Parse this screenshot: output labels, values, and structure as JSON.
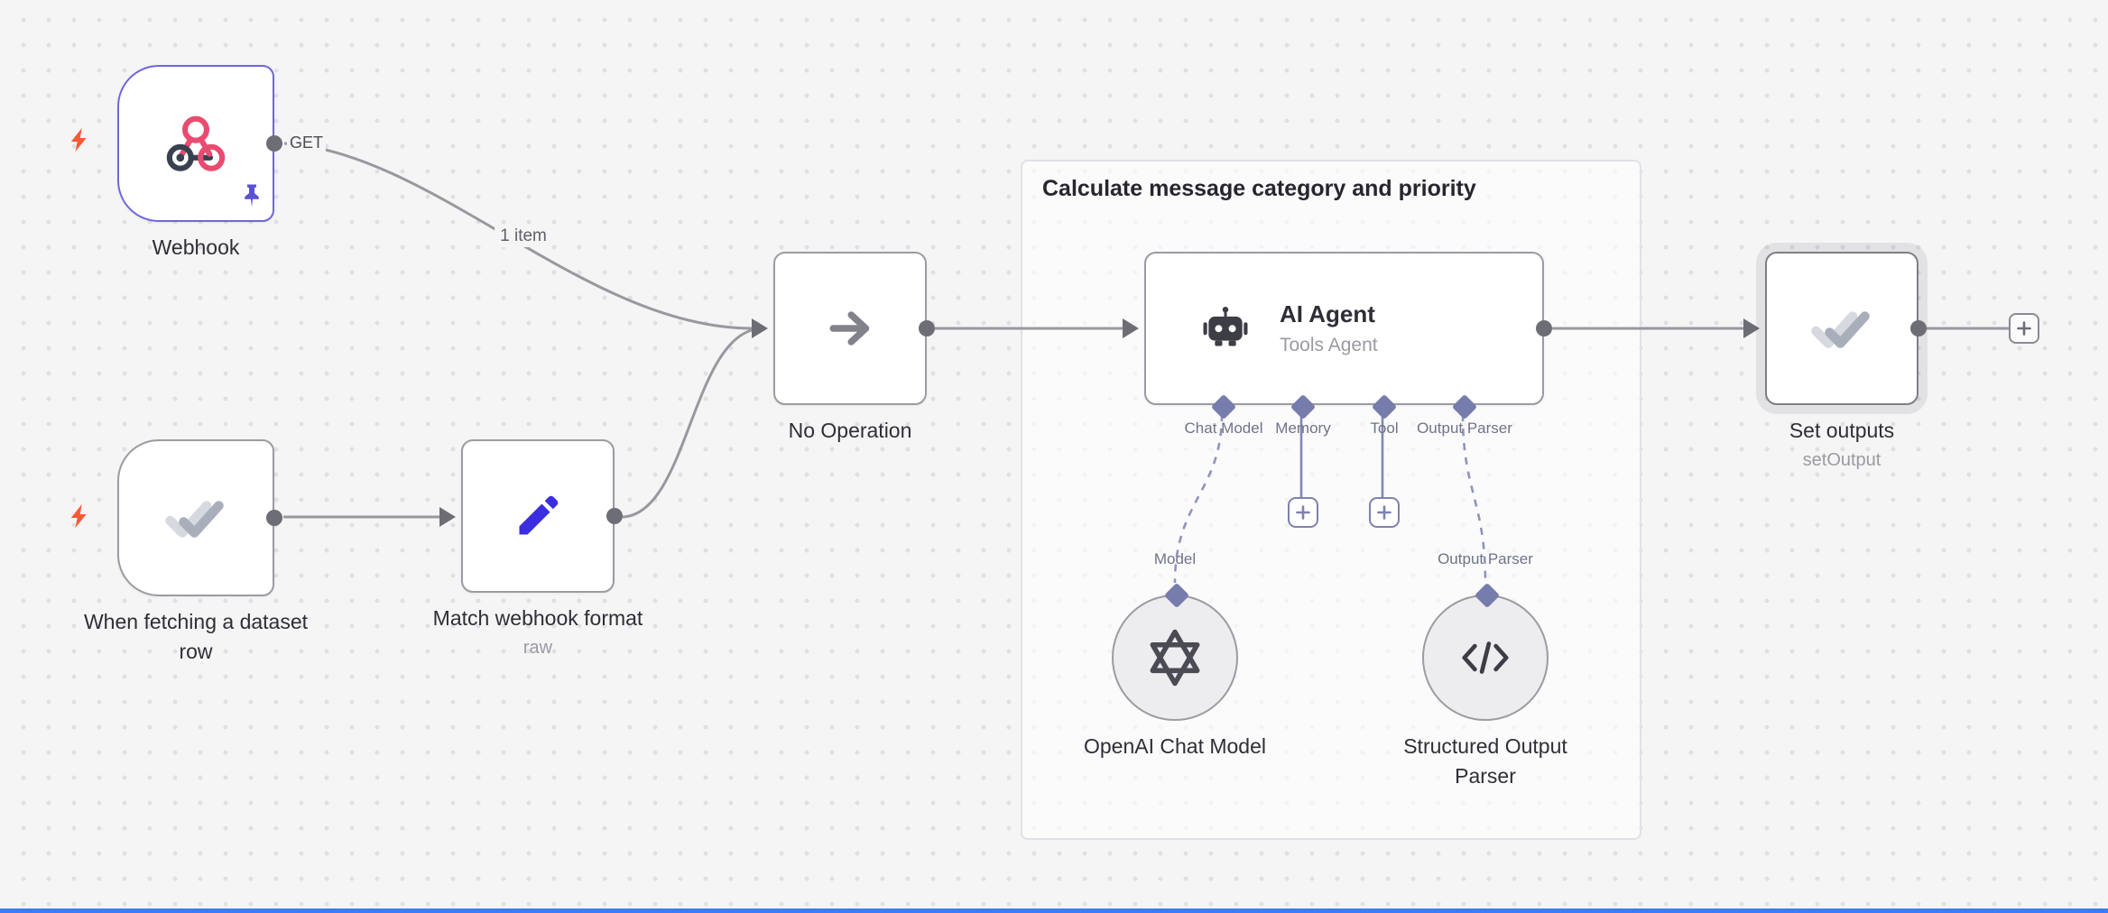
{
  "group": {
    "title": "Calculate message category and priority"
  },
  "edge_labels": {
    "webhook_method": "GET",
    "items": "1 item"
  },
  "nodes": {
    "webhook": {
      "label": "Webhook"
    },
    "dataset_trigger": {
      "label": "When fetching a dataset row"
    },
    "match_format": {
      "label": "Match webhook format",
      "subtitle": "raw"
    },
    "no_operation": {
      "label": "No Operation"
    },
    "ai_agent": {
      "title": "AI Agent",
      "subtitle": "Tools Agent",
      "ports": [
        {
          "label": "Chat Model"
        },
        {
          "label": "Memory"
        },
        {
          "label": "Tool"
        },
        {
          "label": "Output Parser"
        }
      ]
    },
    "openai_chat_model": {
      "label": "OpenAI Chat Model",
      "port_label": "Model"
    },
    "structured_output_parser": {
      "label": "Structured Output Parser",
      "port_label": "Output Parser"
    },
    "set_outputs": {
      "label": "Set outputs",
      "subtitle": "setOutput"
    }
  }
}
